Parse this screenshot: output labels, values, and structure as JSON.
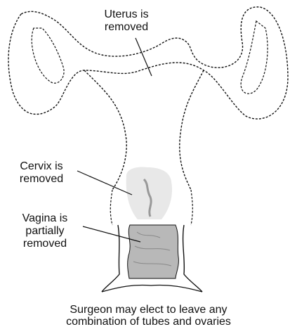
{
  "labels": {
    "uterus": [
      "Uterus is",
      "removed"
    ],
    "cervix": [
      "Cervix is",
      "removed"
    ],
    "vagina": [
      "Vagina is",
      "partially",
      "removed"
    ]
  },
  "caption": [
    "Surgeon may elect to leave any",
    "combination of tubes and ovaries"
  ],
  "colors": {
    "outline": "#111111",
    "removed_fill": "#d6d6d6",
    "cervix_light": "#e8e8e8",
    "vagina_dark": "#b8b8b8",
    "background": "#ffffff"
  }
}
